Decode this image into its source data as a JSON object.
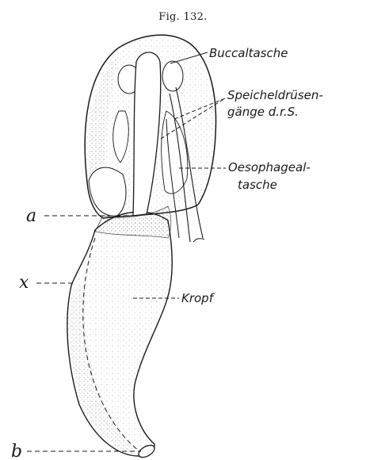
{
  "figure": {
    "caption": "Fig. 132.",
    "labels": {
      "buccaltasche": "Buccaltasche",
      "speichel_line1": "Speicheldrüsen-",
      "speichel_line2": "gänge d.r.S.",
      "oesophageal_line1": "Oesophageal-",
      "oesophageal_line2": "tasche",
      "kropf": "Kropf",
      "a": "a",
      "x": "x",
      "b": "b"
    },
    "colors": {
      "ink": "#1a1a1a",
      "stipple": "#6b6b6b",
      "paper": "#ffffff"
    }
  }
}
